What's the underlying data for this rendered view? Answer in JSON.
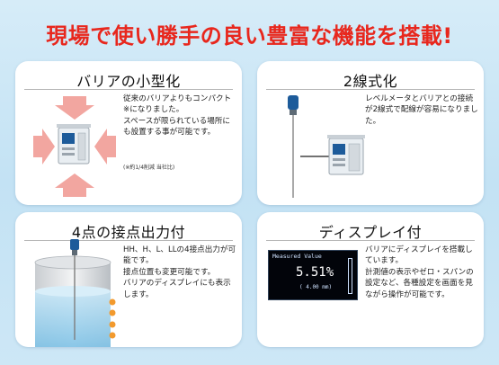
{
  "headline": "現場で使い勝手の良い豊富な機能を搭載!",
  "cards": [
    {
      "title": "バリアの小型化",
      "text": "従来のバリアよりもコンパクト※になりました。\nスペースが限られている場所にも設置する事が可能です。",
      "note": "(※約1/4削減  当社比)"
    },
    {
      "title": "2線式化",
      "text": "レベルメータとバリアとの接続が2線式で配線が容易になりました。"
    },
    {
      "title": "4点の接点出力付",
      "text": "HH、H、L、LLの4接点出力が可能です。\n接点位置も変更可能です。\nバリアのディスプレイにも表示します。"
    },
    {
      "title": "ディスプレイ付",
      "text": "バリアにディスプレイを搭載しています。\n計測値の表示やゼロ・スパンの設定など、各種設定を画面を見ながら操作が可能です。"
    }
  ],
  "display": {
    "header": "Measured Value",
    "value": "5.51%",
    "subvalue": "( 4.00 mm)"
  },
  "colors": {
    "headline": "#e8271d",
    "arrow": "#f2a6a0",
    "device_body": "#e9eef2",
    "lcd": "#1d5b9a"
  }
}
